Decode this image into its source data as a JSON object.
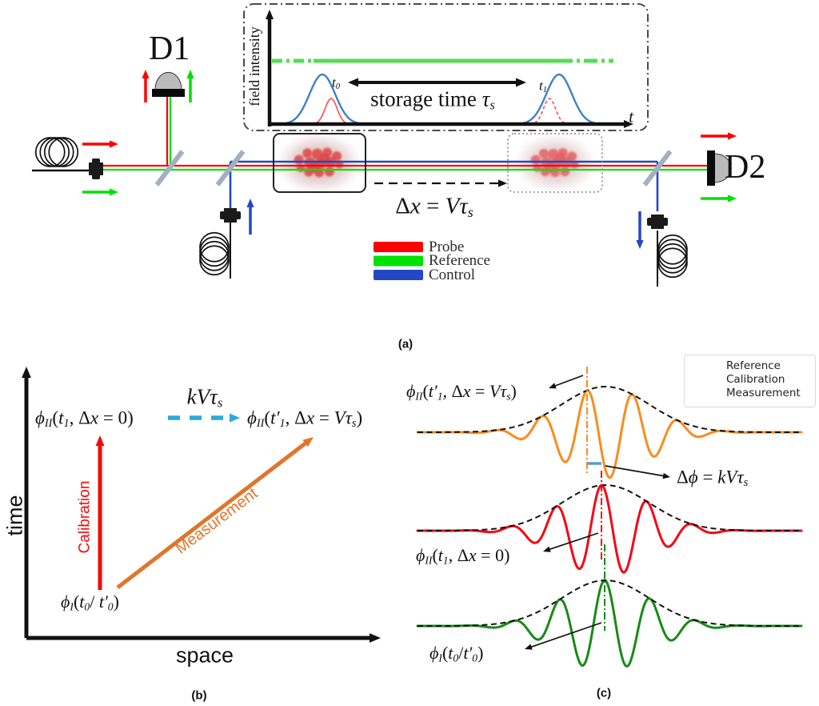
{
  "colors": {
    "probe": "#ff0000",
    "reference": "#00e100",
    "control": "#2347c5",
    "fiber_black": "#111111",
    "cyan_arrow": "#29a9e1",
    "calibration_red": "#f60909",
    "measurement_orange": "#e0752c",
    "wave_green": "#178a17",
    "wave_red": "#f50514",
    "wave_orange": "#fb8b1e",
    "phase_marker_blue": "#5b9bd5",
    "splitter_gray": "#a4b0bf",
    "detector_gray": "#bbbbbb"
  },
  "panel_a": {
    "caption": "(a)",
    "detector1": "D1",
    "detector2": "D2",
    "inset": {
      "ylabel": "field intensity",
      "xlabel_math": [
        [
          "i",
          "t"
        ]
      ],
      "t0_math": [
        [
          "i",
          "t"
        ],
        [
          "sub",
          "0"
        ]
      ],
      "t1_math": [
        [
          "i",
          "t"
        ],
        [
          "sub",
          "1"
        ]
      ],
      "storage_math": [
        [
          "n",
          "storage time "
        ],
        [
          "i",
          "τ"
        ],
        [
          "sub",
          "s"
        ]
      ]
    },
    "displacement_math": [
      [
        "n",
        "Δ"
      ],
      [
        "i",
        "x"
      ],
      [
        "n",
        " = "
      ],
      [
        "i",
        "Vτ"
      ],
      [
        "sub",
        "s"
      ]
    ],
    "legend": [
      {
        "label": "Probe",
        "color": "#ff0000"
      },
      {
        "label": "Reference",
        "color": "#00e100"
      },
      {
        "label": "Control",
        "color": "#2347c5"
      }
    ]
  },
  "panel_b": {
    "caption": "(b)",
    "ylabel": "time",
    "xlabel": "space",
    "phi_left_math": [
      [
        "i",
        "ϕ"
      ],
      [
        "sub",
        "II"
      ],
      [
        "n",
        "("
      ],
      [
        "i",
        "t"
      ],
      [
        "sub",
        "1"
      ],
      [
        "n",
        ", Δ"
      ],
      [
        "i",
        "x"
      ],
      [
        "n",
        " = 0)"
      ]
    ],
    "kvts_math": [
      [
        "i",
        "kVτ"
      ],
      [
        "sub",
        "s"
      ]
    ],
    "phi_right_math": [
      [
        "i",
        "ϕ"
      ],
      [
        "sub",
        "II"
      ],
      [
        "n",
        "("
      ],
      [
        "i",
        "t′"
      ],
      [
        "sub",
        "1"
      ],
      [
        "n",
        ", Δ"
      ],
      [
        "i",
        "x"
      ],
      [
        "n",
        " = "
      ],
      [
        "i",
        "Vτ"
      ],
      [
        "sub",
        "s"
      ],
      [
        "n",
        ")"
      ]
    ],
    "calibration_label": "Calibration",
    "measurement_label": "Measurement",
    "phi_bottom_math": [
      [
        "i",
        "ϕ"
      ],
      [
        "sub",
        "I"
      ],
      [
        "n",
        "("
      ],
      [
        "i",
        "t"
      ],
      [
        "sub",
        "0"
      ],
      [
        "n",
        "/ "
      ],
      [
        "i",
        "t′"
      ],
      [
        "sub",
        "0"
      ],
      [
        "n",
        ")"
      ]
    ]
  },
  "panel_c": {
    "caption": "(c)",
    "legend": [
      {
        "label": "Reference",
        "color": "#178a17"
      },
      {
        "label": "Calibration",
        "color": "#f50514"
      },
      {
        "label": "Measurement",
        "color": "#fb8b1e"
      }
    ],
    "ann_measurement_math": [
      [
        "i",
        "ϕ"
      ],
      [
        "sub",
        "II"
      ],
      [
        "n",
        "("
      ],
      [
        "i",
        "t′"
      ],
      [
        "sub",
        "1"
      ],
      [
        "n",
        ", Δ"
      ],
      [
        "i",
        "x"
      ],
      [
        "n",
        " = "
      ],
      [
        "i",
        "Vτ"
      ],
      [
        "sub",
        "s"
      ],
      [
        "n",
        ")"
      ]
    ],
    "ann_delta_phi_math": [
      [
        "n",
        "Δ"
      ],
      [
        "i",
        "ϕ"
      ],
      [
        "n",
        " = "
      ],
      [
        "i",
        "kVτ"
      ],
      [
        "sub",
        "s"
      ]
    ],
    "ann_calibration_math": [
      [
        "i",
        "ϕ"
      ],
      [
        "sub",
        "II"
      ],
      [
        "n",
        "("
      ],
      [
        "i",
        "t"
      ],
      [
        "sub",
        "1"
      ],
      [
        "n",
        ", Δ"
      ],
      [
        "i",
        "x"
      ],
      [
        "n",
        " = 0)"
      ]
    ],
    "ann_reference_math": [
      [
        "i",
        "ϕ"
      ],
      [
        "sub",
        "I"
      ],
      [
        "n",
        "("
      ],
      [
        "i",
        "t"
      ],
      [
        "sub",
        "0"
      ],
      [
        "n",
        "/"
      ],
      [
        "i",
        "t′"
      ],
      [
        "sub",
        "0"
      ],
      [
        "n",
        ")"
      ]
    ]
  },
  "chart_data": [
    {
      "id": "inset_field_intensity",
      "type": "line",
      "xlabel": "t",
      "ylabel": "field intensity",
      "baseline_y": 155,
      "cw_reference_line": {
        "y": 76,
        "x1": 340,
        "x2": 767,
        "color": "#55dd55"
      },
      "pulses": [
        {
          "name": "probe-pulse-t0",
          "color": "#3c83c8",
          "center_x": 403,
          "sigma": 16,
          "amplitude": 62,
          "style": "solid"
        },
        {
          "name": "retrieved-pulse-t0",
          "color": "#ff5555",
          "center_x": 414,
          "sigma": 7.5,
          "amplitude": 32,
          "style": "solid"
        },
        {
          "name": "probe-pulse-t1",
          "color": "#3c83c8",
          "center_x": 699,
          "sigma": 16,
          "amplitude": 62,
          "style": "solid"
        },
        {
          "name": "retrieved-pulse-t1",
          "color": "#ff5555",
          "center_x": 687,
          "sigma": 7.5,
          "amplitude": 32,
          "style": "dashed"
        }
      ]
    },
    {
      "id": "wave_packets",
      "type": "line",
      "x_range": [
        522,
        1002
      ],
      "envelope_center_x": 757,
      "envelope_sigma": 55,
      "amplitude": 57,
      "carrier_period": 57,
      "packets": [
        {
          "name": "Measurement",
          "color": "#fb8b1e",
          "baseline_y": 540,
          "phase_center_x": 734
        },
        {
          "name": "Calibration",
          "color": "#f50514",
          "baseline_y": 663,
          "phase_center_x": 752
        },
        {
          "name": "Reference",
          "color": "#178a17",
          "baseline_y": 782,
          "phase_center_x": 756
        }
      ],
      "phase_markers": [
        {
          "name": "measurement-phase-line",
          "x": 734,
          "y1": 458,
          "y2": 592,
          "color": "#fb8b1e"
        },
        {
          "name": "calibration-phase-line",
          "x": 752,
          "y1": 588,
          "y2": 700,
          "color": "#f50514"
        },
        {
          "name": "reference-phase-line",
          "x": 756,
          "y1": 680,
          "y2": 788,
          "color": "#178a17"
        }
      ],
      "delta_phi_marker": {
        "x1": 734,
        "x2": 752,
        "y": 579,
        "color": "#5b9bd5"
      }
    }
  ]
}
